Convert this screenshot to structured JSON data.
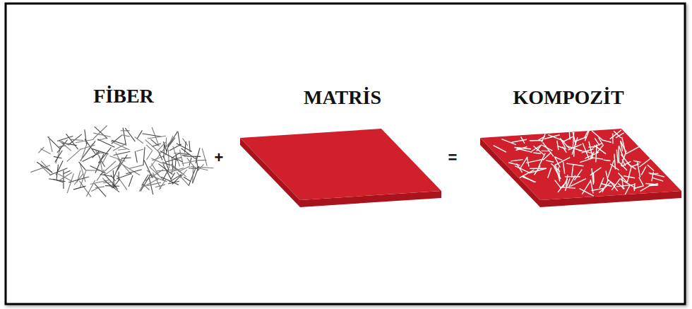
{
  "diagram": {
    "nodes": [
      {
        "text": [
          "FİBER"
        ]
      },
      {
        "text": [
          "MATRİS"
        ]
      },
      {
        "text": [
          "KOMPOZİT"
        ]
      }
    ],
    "labels": [
      "+",
      "="
    ]
  }
}
